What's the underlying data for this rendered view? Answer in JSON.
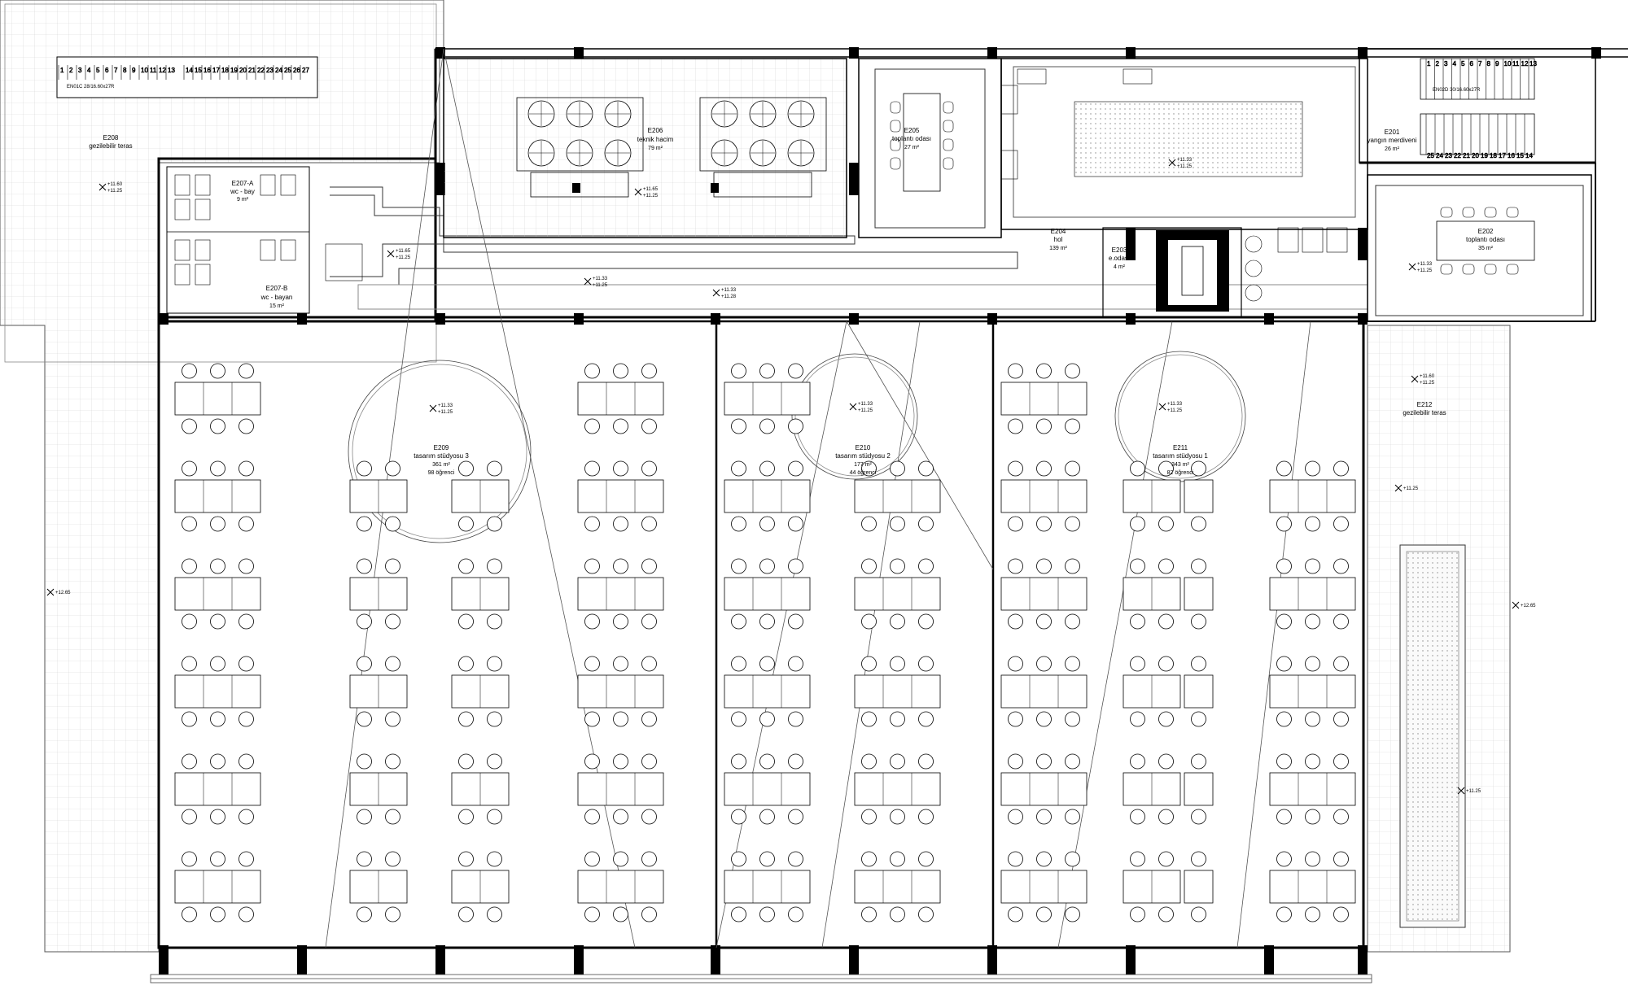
{
  "stairs": {
    "terrace_stair": {
      "label": "EN01C 28/16.60x27R",
      "steps_a": [
        "1",
        "2",
        "3",
        "4",
        "5",
        "6",
        "7",
        "8",
        "9",
        "10",
        "11",
        "12",
        "13"
      ],
      "steps_b": [
        "14",
        "15",
        "16",
        "17",
        "18",
        "19",
        "20",
        "21",
        "22",
        "23",
        "24",
        "25",
        "26",
        "27"
      ]
    },
    "fire_stair": {
      "label": "EN02D 30/16.60x27R",
      "steps_a": [
        "1",
        "2",
        "3",
        "4",
        "5",
        "6",
        "7",
        "8",
        "9",
        "10",
        "11",
        "12",
        "13"
      ],
      "steps_b": [
        "25",
        "24",
        "23",
        "22",
        "21",
        "20",
        "19",
        "18",
        "17",
        "16",
        "15",
        "14"
      ]
    }
  },
  "rooms": [
    {
      "id": "E208",
      "code": "E208",
      "name": "gezilebilir teras",
      "area": ""
    },
    {
      "id": "E207A",
      "code": "E207-A",
      "name": "wc - bay",
      "area": "9 m²"
    },
    {
      "id": "E207B",
      "code": "E207-B",
      "name": "wc - bayan",
      "area": "15 m²"
    },
    {
      "id": "E206",
      "code": "E206",
      "name": "teknik hacim",
      "area": "79 m²"
    },
    {
      "id": "E205",
      "code": "E205",
      "name": "toplantı odası",
      "area": "27 m²"
    },
    {
      "id": "E204",
      "code": "E204",
      "name": "hol",
      "area": "139 m²"
    },
    {
      "id": "E203",
      "code": "E203",
      "name": "e.odası",
      "area": "4 m²"
    },
    {
      "id": "E201",
      "code": "E201",
      "name": "yangın merdiveni",
      "area": "26 m²"
    },
    {
      "id": "E202",
      "code": "E202",
      "name": "toplantı odası",
      "area": "35 m²"
    },
    {
      "id": "E209",
      "code": "E209",
      "name": "tasarım stüdyosu 3",
      "area": "361 m²",
      "extra": "98 öğrenci"
    },
    {
      "id": "E210",
      "code": "E210",
      "name": "tasarım stüdyosu 2",
      "area": "177 m²",
      "extra": "44 öğrenci"
    },
    {
      "id": "E211",
      "code": "E211",
      "name": "tasarım stüdyosu 1",
      "area": "343 m²",
      "extra": "82 öğrenci"
    },
    {
      "id": "E212",
      "code": "E212",
      "name": "gezilebilir teras",
      "area": ""
    }
  ],
  "levels": {
    "terrace_w": [
      "+11.60",
      "+11.25"
    ],
    "wc": [
      "+11.65",
      "+11.25"
    ],
    "technical": [
      "+11.65",
      "+11.25"
    ],
    "corridor": [
      "+11.33",
      "+11.25"
    ],
    "corridor2": [
      "+11.33",
      "+11.28"
    ],
    "hall": [
      "+11.33",
      "+11.25"
    ],
    "meeting": [
      "+11.33",
      "+11.25"
    ],
    "studio3": [
      "+11.33",
      "+11.25"
    ],
    "studio2": [
      "+11.33",
      "+11.25"
    ],
    "studio1": [
      "+11.33",
      "+11.25"
    ],
    "terrace_e": [
      "+11.60",
      "+11.25"
    ],
    "terrace_e2": [
      "+11.25"
    ],
    "terrace_e3": [
      "+11.25"
    ],
    "roof_w": [
      "+12.65"
    ],
    "roof_e": [
      "+12.65"
    ]
  }
}
